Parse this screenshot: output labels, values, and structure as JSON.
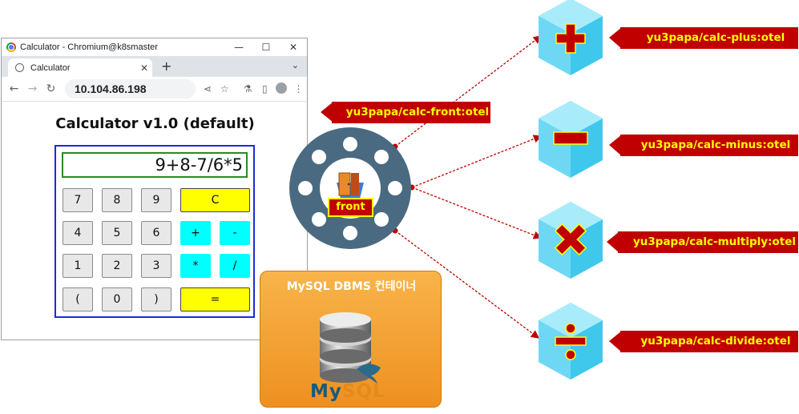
{
  "browser": {
    "window_title": "Calculator - Chromium@k8smaster",
    "tab_title": "Calculator",
    "tab_close": "✕",
    "new_tab": "+",
    "tab_menu": "⌄",
    "minimize": "—",
    "maximize": "☐",
    "close": "✕",
    "url": "10.104.86.198"
  },
  "calculator": {
    "heading": "Calculator v1.0 (default)",
    "display": "9+8-7/6*5",
    "keys": {
      "k7": "7",
      "k8": "8",
      "k9": "9",
      "clear": "C",
      "k4": "4",
      "k5": "5",
      "k6": "6",
      "plus": "+",
      "minus": "-",
      "k1": "1",
      "k2": "2",
      "k3": "3",
      "mul": "*",
      "div": "/",
      "lparen": "(",
      "k0": "0",
      "rparen": ")",
      "equals": "="
    }
  },
  "diagram": {
    "front_image": "yu3papa/calc-front:otel",
    "front_label": "front",
    "mysql_title": "MySQL DBMS 컨테이너",
    "mysql_logo_my": "My",
    "mysql_logo_sql": "SQL",
    "services": [
      {
        "image": "yu3papa/calc-plus:otel",
        "symbol": "plus"
      },
      {
        "image": "yu3papa/calc-minus:otel",
        "symbol": "minus"
      },
      {
        "image": "yu3papa/calc-multiply:otel",
        "symbol": "multiply"
      },
      {
        "image": "yu3papa/calc-divide:otel",
        "symbol": "divide"
      }
    ],
    "colors": {
      "tag_bg": "#c00000",
      "tag_text": "#ffff00",
      "cube": "#5fd4f2",
      "pod": "#4a6a82",
      "mysql_box": "#f5a030"
    }
  }
}
